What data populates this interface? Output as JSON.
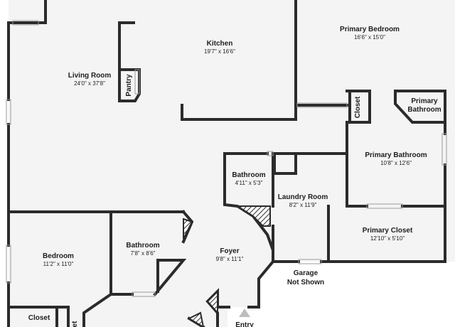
{
  "colors": {
    "floor": "#f4f4f4",
    "wall": "#2b2b2b",
    "window": "#b5b5b5",
    "text": "#1e1e1e"
  },
  "rooms": {
    "living_room": {
      "name": "Living Room",
      "dims": "24'0\" x 37'8\""
    },
    "kitchen": {
      "name": "Kitchen",
      "dims": "19'7\" x 16'6\""
    },
    "pantry": {
      "name": "Pantry"
    },
    "primary_bedroom": {
      "name": "Primary Bedroom",
      "dims": "16'6\" x 15'0\""
    },
    "closet_upper": {
      "name": "Closet"
    },
    "primary_bathroom_small": {
      "line1": "Primary",
      "line2": "Bathroom"
    },
    "primary_bathroom": {
      "name": "Primary Bathroom",
      "dims": "10'8\" x 12'6\""
    },
    "bathroom_center": {
      "name": "Bathroom",
      "dims": "4'11\" x 5'3\""
    },
    "laundry_room": {
      "name": "Laundry Room",
      "dims": "8'2\" x 11'9\""
    },
    "primary_closet": {
      "name": "Primary Closet",
      "dims": "12'10\" x 5'10\""
    },
    "bedroom": {
      "name": "Bedroom",
      "dims": "11'2\" x 11'0\""
    },
    "bathroom_left": {
      "name": "Bathroom",
      "dims": "7'8\" x 8'6\""
    },
    "foyer": {
      "name": "Foyer",
      "dims": "9'8\" x 11'1\""
    },
    "garage": {
      "line1": "Garage",
      "line2": "Not Shown"
    },
    "closet_lower": {
      "name": "Closet"
    },
    "closet_partial": {
      "name": "et"
    },
    "entry": {
      "name": "Entry"
    }
  }
}
